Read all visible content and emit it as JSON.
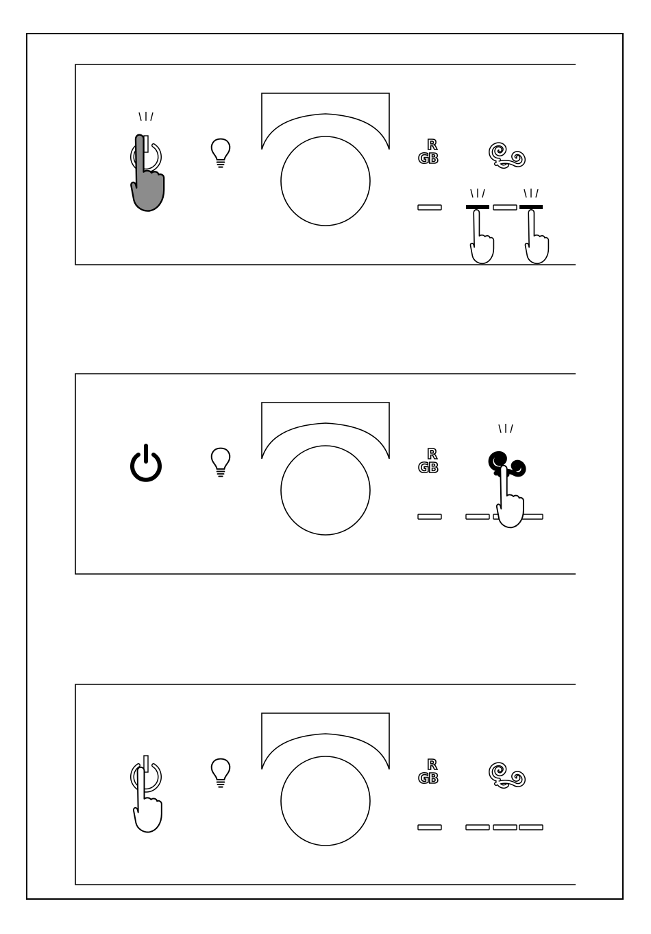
{
  "panels": [
    {
      "id": "panel-1",
      "power_state": "pressed-grey",
      "fan_state": "outline",
      "active_bars": [
        1,
        3
      ],
      "hands": [
        "power-hold-hand",
        "bar-1-hand",
        "bar-3-hand"
      ]
    },
    {
      "id": "panel-2",
      "power_state": "on-black",
      "fan_state": "on-black",
      "active_bars": [],
      "hands": [
        "fan-press-hand"
      ]
    },
    {
      "id": "panel-3",
      "power_state": "outline",
      "fan_state": "outline",
      "active_bars": [],
      "hands": [
        "power-press-hand"
      ]
    }
  ],
  "icons": {
    "power": "power-icon",
    "light": "bulb-icon",
    "rgb": "rgb-icon",
    "fan": "fan-swirl-icon",
    "knob": "rotary-knob",
    "hand": "hand-pointer-icon"
  },
  "rgb_letters": {
    "r": "R",
    "g": "G",
    "b": "B"
  },
  "colors": {
    "line": "#000000",
    "hand_grey": "#8c8c8c",
    "background": "#ffffff"
  }
}
